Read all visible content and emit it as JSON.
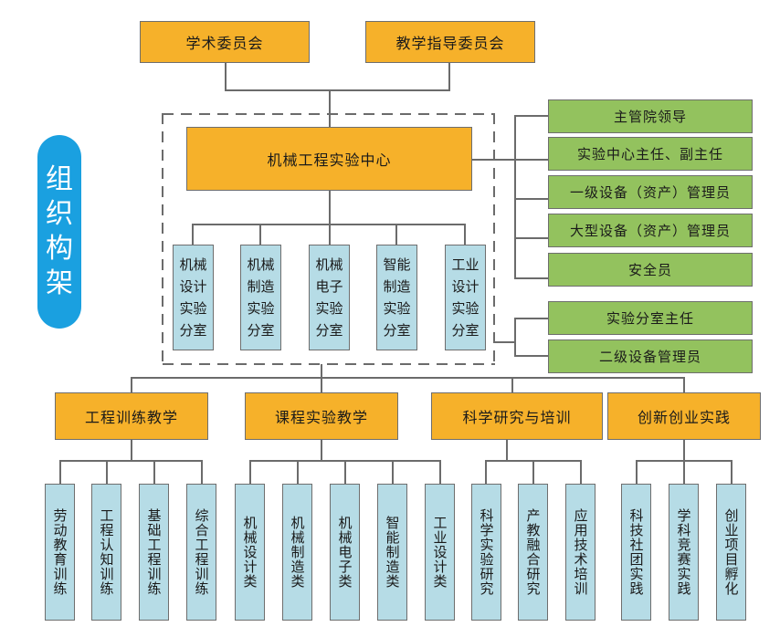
{
  "side_label": {
    "chars": [
      "组",
      "织",
      "构",
      "架"
    ],
    "text": "组织构架"
  },
  "committees": [
    {
      "label": "学术委员会"
    },
    {
      "label": "教学指导委员会"
    }
  ],
  "center": {
    "label": "机械工程实验中心"
  },
  "sub_rooms": [
    {
      "label": "机械设计实验分室"
    },
    {
      "label": "机械制造实验分室"
    },
    {
      "label": "机械电子实验分室"
    },
    {
      "label": "智能制造实验分室"
    },
    {
      "label": "工业设计实验分室"
    }
  ],
  "center_roles": [
    {
      "label": "主管院领导"
    },
    {
      "label": "实验中心主任、副主任"
    },
    {
      "label": "一级设备（资产）管理员"
    },
    {
      "label": "大型设备（资产）管理员"
    },
    {
      "label": "安全员"
    }
  ],
  "room_roles": [
    {
      "label": "实验分室主任"
    },
    {
      "label": "二级设备管理员"
    }
  ],
  "categories": [
    {
      "label": "工程训练教学",
      "children": [
        "劳动教育训练",
        "工程认知训练",
        "基础工程训练",
        "综合工程训练"
      ]
    },
    {
      "label": "课程实验教学",
      "children": [
        "机械设计类",
        "机械制造类",
        "机械电子类",
        "智能制造类",
        "工业设计类"
      ]
    },
    {
      "label": "科学研究与培训",
      "children": [
        "科学实验研究",
        "产教融合研究",
        "应用技术培训"
      ]
    },
    {
      "label": "创新创业实践",
      "children": [
        "科技社团实践",
        "学科竞赛实践",
        "创业项目孵化"
      ]
    }
  ],
  "colors": {
    "orange": "#f6b12a",
    "green": "#93c25e",
    "light_blue": "#b6dce6",
    "pill_blue": "#1aa0e0",
    "line": "#6b6b6b"
  }
}
